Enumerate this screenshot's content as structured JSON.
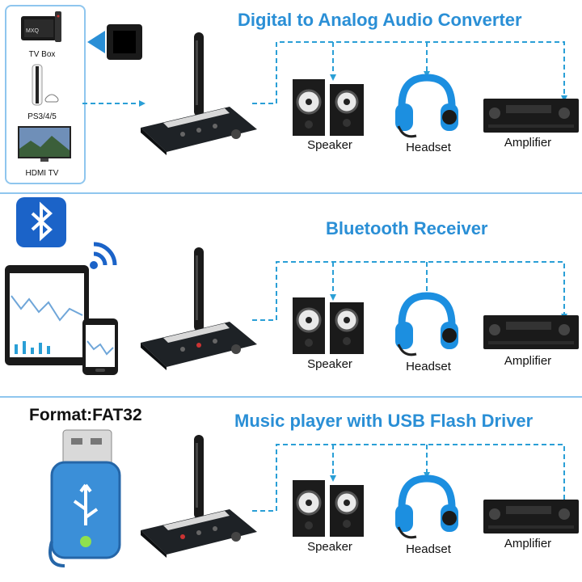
{
  "sections": [
    {
      "heading": "Digital to Analog Audio Converter",
      "sources": [
        "TV Box",
        "PS3/4/5",
        "HDMI TV"
      ],
      "outputs": [
        "Speaker",
        "Headset",
        "Amplifier"
      ]
    },
    {
      "heading": "Bluetooth Receiver",
      "outputs": [
        "Speaker",
        "Headset",
        "Amplifier"
      ]
    },
    {
      "heading": "Music player with USB Flash Driver",
      "format_label": "Format:FAT32",
      "outputs": [
        "Speaker",
        "Headset",
        "Amplifier"
      ]
    }
  ],
  "colors": {
    "accent": "#2a8fd6",
    "connector": "#2a9fd6",
    "divider": "#8fc6ee",
    "headset_blue": "#1c8fe0",
    "device": "#1e2226"
  },
  "icons": [
    "tv-box-icon",
    "console-icon",
    "tv-icon",
    "optical-port-icon",
    "bluetooth-icon",
    "wifi-signal-icon",
    "tablet-icon",
    "phone-icon",
    "usb-drive-icon",
    "converter-device-icon",
    "speaker-icon",
    "headset-icon",
    "amplifier-icon"
  ]
}
